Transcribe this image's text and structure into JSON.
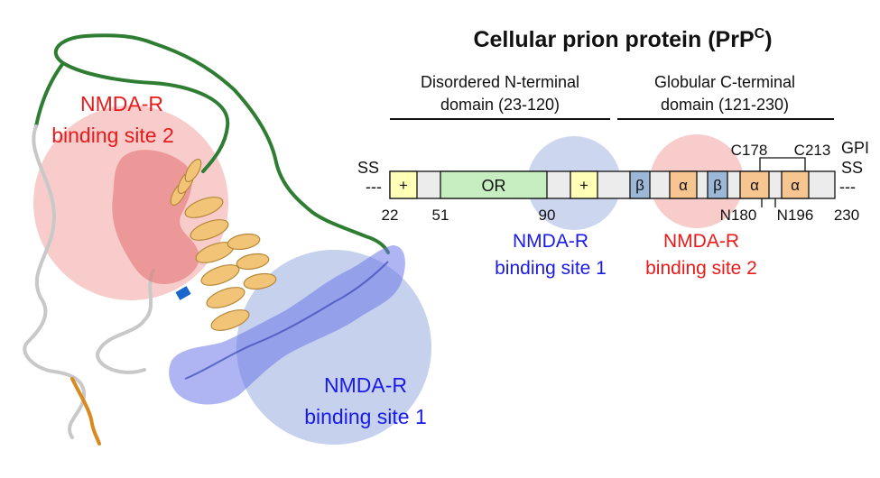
{
  "title": {
    "main": "Cellular prion protein (PrP",
    "sup": "C",
    "close": ")"
  },
  "structure_labels": {
    "site2_line1": "NMDA-R",
    "site2_line2": "binding site 2",
    "site1_line1": "NMDA-R",
    "site1_line2": "binding site 1"
  },
  "domains": {
    "n_terminal_line1": "Disordered N-terminal",
    "n_terminal_line2": "domain (23-120)",
    "c_terminal_line1": "Globular C-terminal",
    "c_terminal_line2": "domain (121-230)"
  },
  "bar": {
    "ss_left": "SS",
    "gpi": "GPI",
    "ss_right": "SS",
    "dash_left": "---",
    "dash_right": "---",
    "segments": {
      "plus1": "+",
      "or": "OR",
      "plus2": "+",
      "beta1": "β",
      "alpha1": "α",
      "beta2": "β",
      "alpha2": "α",
      "alpha3": "α"
    },
    "numbers": {
      "n22": "22",
      "n51": "51",
      "n90": "90",
      "n230": "230"
    },
    "disulfide": {
      "c178": "C178",
      "c213": "C213"
    },
    "glycans": {
      "n180": "N180",
      "n196": "N196"
    }
  },
  "bar_site_labels": {
    "site1_line1": "NMDA-R",
    "site1_line2": "binding site 1",
    "site2_line1": "NMDA-R",
    "site2_line2": "binding site 2"
  },
  "colors": {
    "site1": "#1a1ae6",
    "site2": "#e81a1a",
    "site1_fill": "#7f98d8",
    "site2_fill": "#f49a9a",
    "helix": "#f2c478",
    "coil_green": "#2e7d32",
    "coil_orange": "#d98a1e",
    "coil_gray": "#c8c8c8",
    "plus_box": "#ffffb8",
    "or_box": "#c6eec0",
    "beta_box": "#9cb8d6",
    "alpha_box": "#f7c590",
    "plain_box": "#ececec"
  }
}
